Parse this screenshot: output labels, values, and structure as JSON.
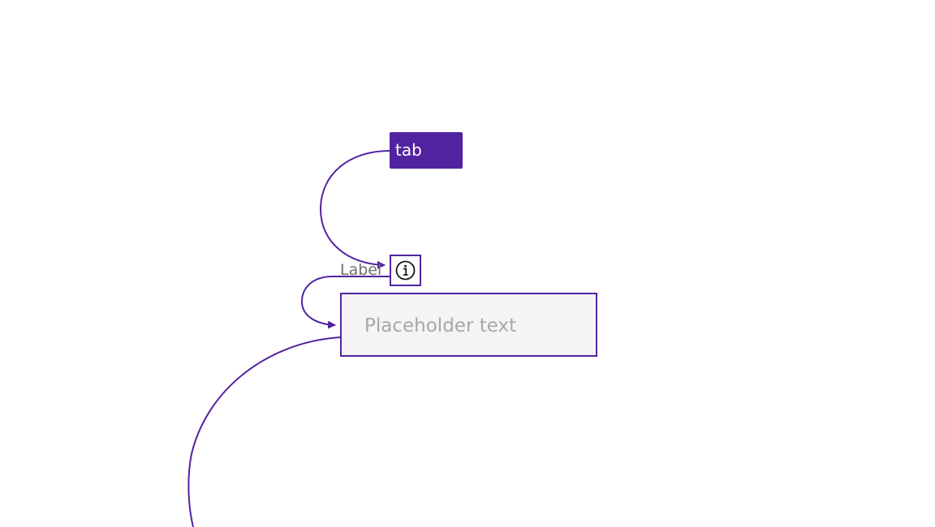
{
  "tab": {
    "label": "tab"
  },
  "field": {
    "label": "Label",
    "placeholder": "Placeholder text"
  },
  "icons": {
    "info": "info-circle-icon"
  },
  "colors": {
    "accent": "#5123a0",
    "input_bg": "#f4f4f4",
    "label_text": "#6f6f6f",
    "placeholder_text": "#a8a8a8"
  }
}
